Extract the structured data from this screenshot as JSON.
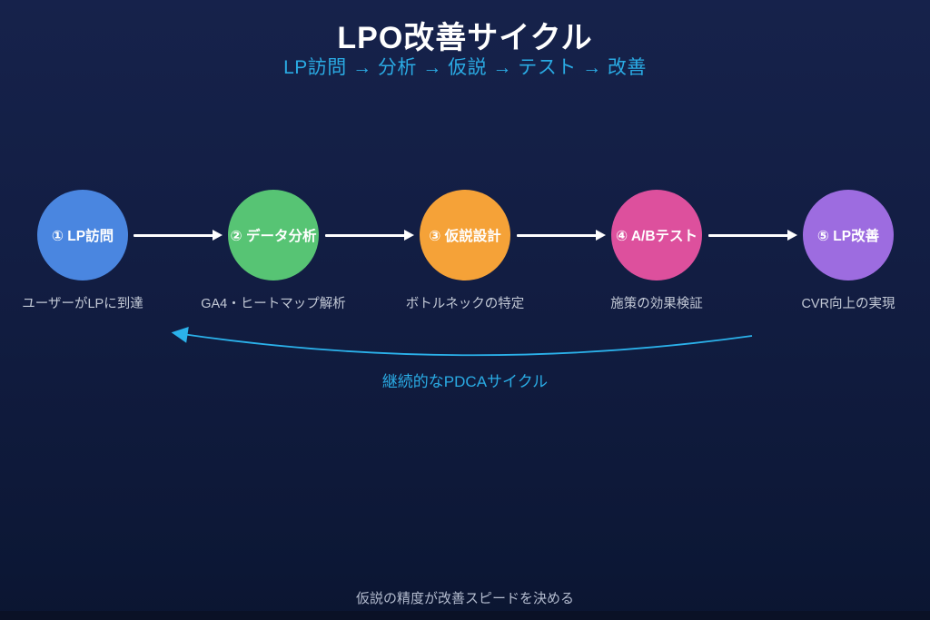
{
  "page": {
    "title": "LPO改善サイクル",
    "subtitle": "LP訪問 → 分析 → 仮説 → テスト → 改善",
    "footer_note": "仮説の精度が改善スピードを決める"
  },
  "colors": {
    "background_top": "#16224b",
    "background_bottom": "#0b1531",
    "accent_cyan": "#2aabe4",
    "arrow_white": "#ffffff",
    "caption_text": "#c3c9d6",
    "footer_text": "#b4bccf"
  },
  "steps": [
    {
      "label": "① LP訪問",
      "caption": "ユーザーがLPに到達",
      "color": "#4a86e0"
    },
    {
      "label": "② データ分析",
      "caption": "GA4・ヒートマップ解析",
      "color": "#57c474"
    },
    {
      "label": "③ 仮説設計",
      "caption": "ボトルネックの特定",
      "color": "#f5a238"
    },
    {
      "label": "④ A/Bテスト",
      "caption": "施策の効果検証",
      "color": "#dd509d"
    },
    {
      "label": "⑤ LP改善",
      "caption": "CVR向上の実現",
      "color": "#9d6ce0"
    }
  ],
  "feedback_loop": {
    "label": "継続的なPDCAサイクル",
    "color": "#2bb1ea"
  }
}
